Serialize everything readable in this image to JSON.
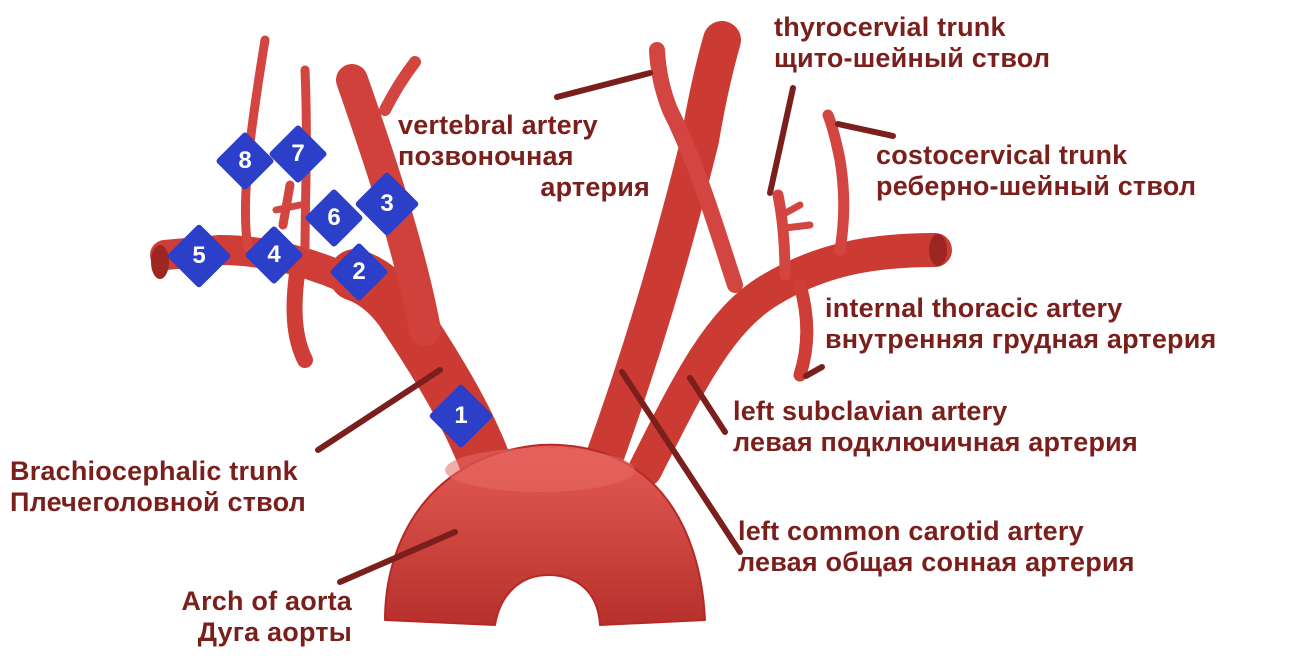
{
  "labels": {
    "thyrocervical": {
      "en": "thyrocervial trunk",
      "ru": "щито-шейный ствол"
    },
    "vertebral": {
      "en": "vertebral artery",
      "ru1": "позвоночная",
      "ru2": "артерия"
    },
    "costocervical": {
      "en": "costocervical trunk",
      "ru": "реберно-шейный ствол"
    },
    "internal_thoracic": {
      "en": "internal thoracic artery",
      "ru": "внутренняя грудная артерия"
    },
    "left_subclavian": {
      "en": "left subclavian artery",
      "ru": "левая подключичная артерия"
    },
    "brachiocephalic": {
      "en": "Brachiocephalic trunk",
      "ru": "Плечеголовной ствол"
    },
    "left_common_carotid": {
      "en": "left common carotid artery",
      "ru": "левая общая сонная артерия"
    },
    "arch": {
      "en": "Arch of aorta",
      "ru": "Дуга аорты"
    }
  },
  "markers": [
    "1",
    "2",
    "3",
    "4",
    "5",
    "6",
    "7",
    "8"
  ],
  "colors": {
    "artery": "#d8403a",
    "artery_dark": "#b52a26",
    "label": "#7a1f1c",
    "leader": "#7a1f1c",
    "marker": "#2b3fc9"
  }
}
